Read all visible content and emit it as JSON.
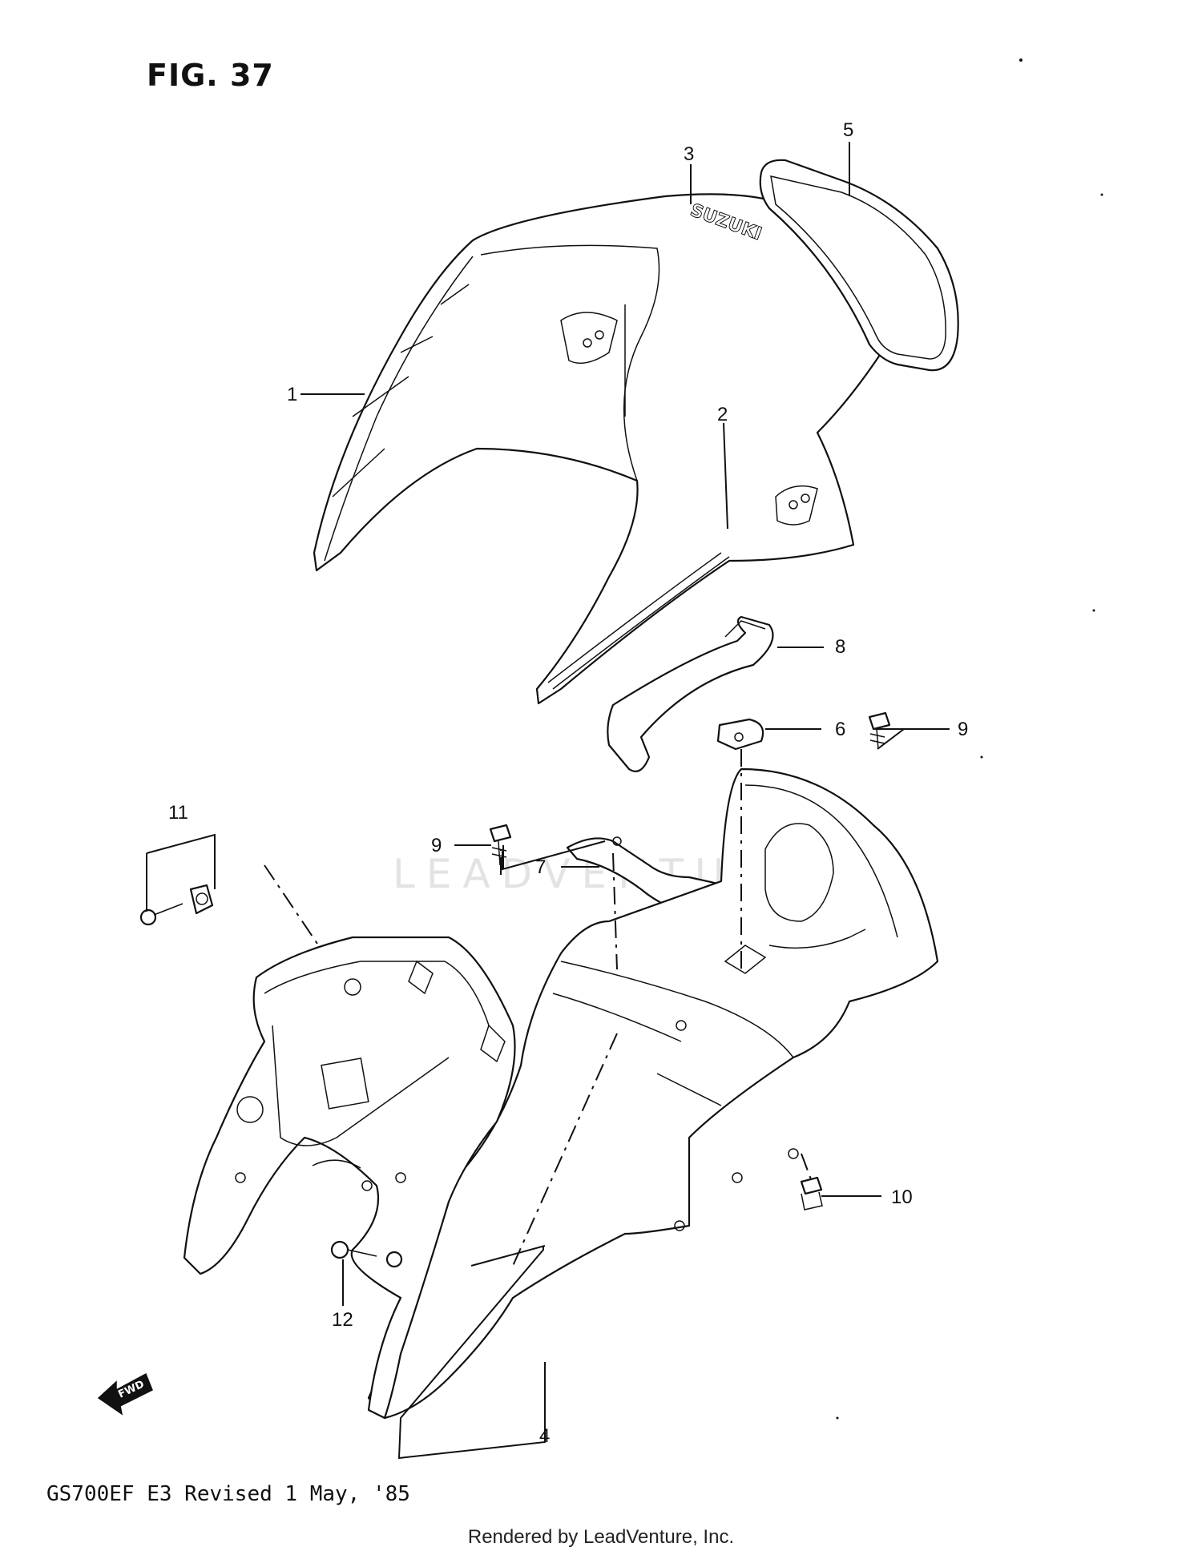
{
  "figure": {
    "title": "FIG. 37"
  },
  "callouts": [
    "1",
    "2",
    "3",
    "4",
    "5",
    "6",
    "7",
    "8",
    "9",
    "9",
    "10",
    "11",
    "12"
  ],
  "brand_mark": "SUZUKI",
  "fwd_label": "FWD",
  "watermark": "LEADVENTURE",
  "footer": {
    "model_revision": "GS700EF E3  Revised 1 May, '85",
    "rendered_by": "Rendered by LeadVenture, Inc."
  }
}
